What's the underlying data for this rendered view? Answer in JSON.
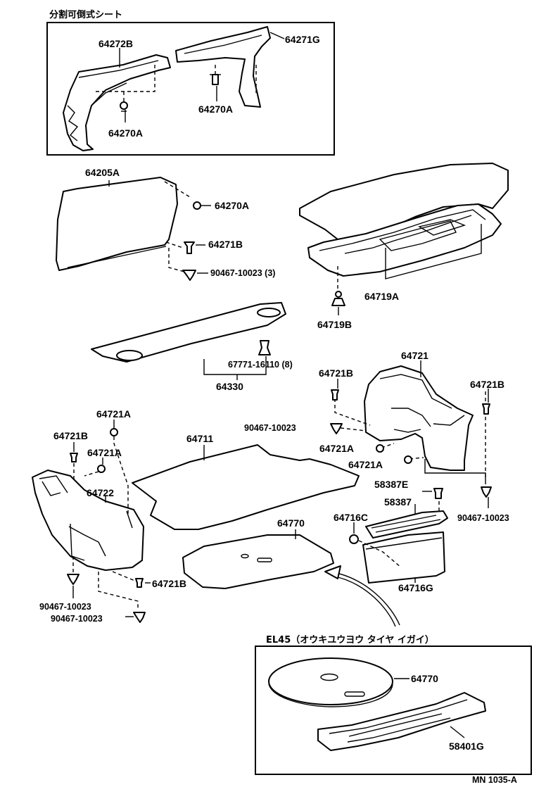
{
  "captions": {
    "inset_top": "分割可倒式シート",
    "inset_bottom": "EL45（オウキユウヨウ タイヤ イガイ）",
    "code": "MN 1035-A"
  },
  "parts": {
    "p64272B": "64272B",
    "p64271G": "64271G",
    "p64270A_a": "64270A",
    "p64270A_b": "64270A",
    "p64205A": "64205A",
    "p64270A_c": "64270A",
    "p64271B": "64271B",
    "p90467_3": "90467-10023 (3)",
    "p64719A": "64719A",
    "p64719B": "64719B",
    "p67771": "67771-16110 (8)",
    "p64330": "64330",
    "p64721": "64721",
    "p64721B_a": "64721B",
    "p64721B_b": "64721B",
    "p64721A_a": "64721A",
    "p64721B_c": "64721B",
    "p64721A_b": "64721A",
    "p64711": "64711",
    "p90467_a": "90467-10023",
    "p64721A_c": "64721A",
    "p64721A_d": "64721A",
    "p64722": "64722",
    "p58387E": "58387E",
    "p58387": "58387",
    "p90467_b": "90467-10023",
    "p64770_a": "64770",
    "p64716C": "64716C",
    "p64716G": "64716G",
    "p64721B_d": "64721B",
    "p90467_c": "90467-10023",
    "p90467_d": "90467-10023",
    "p64770_b": "64770",
    "p58401G": "58401G"
  }
}
